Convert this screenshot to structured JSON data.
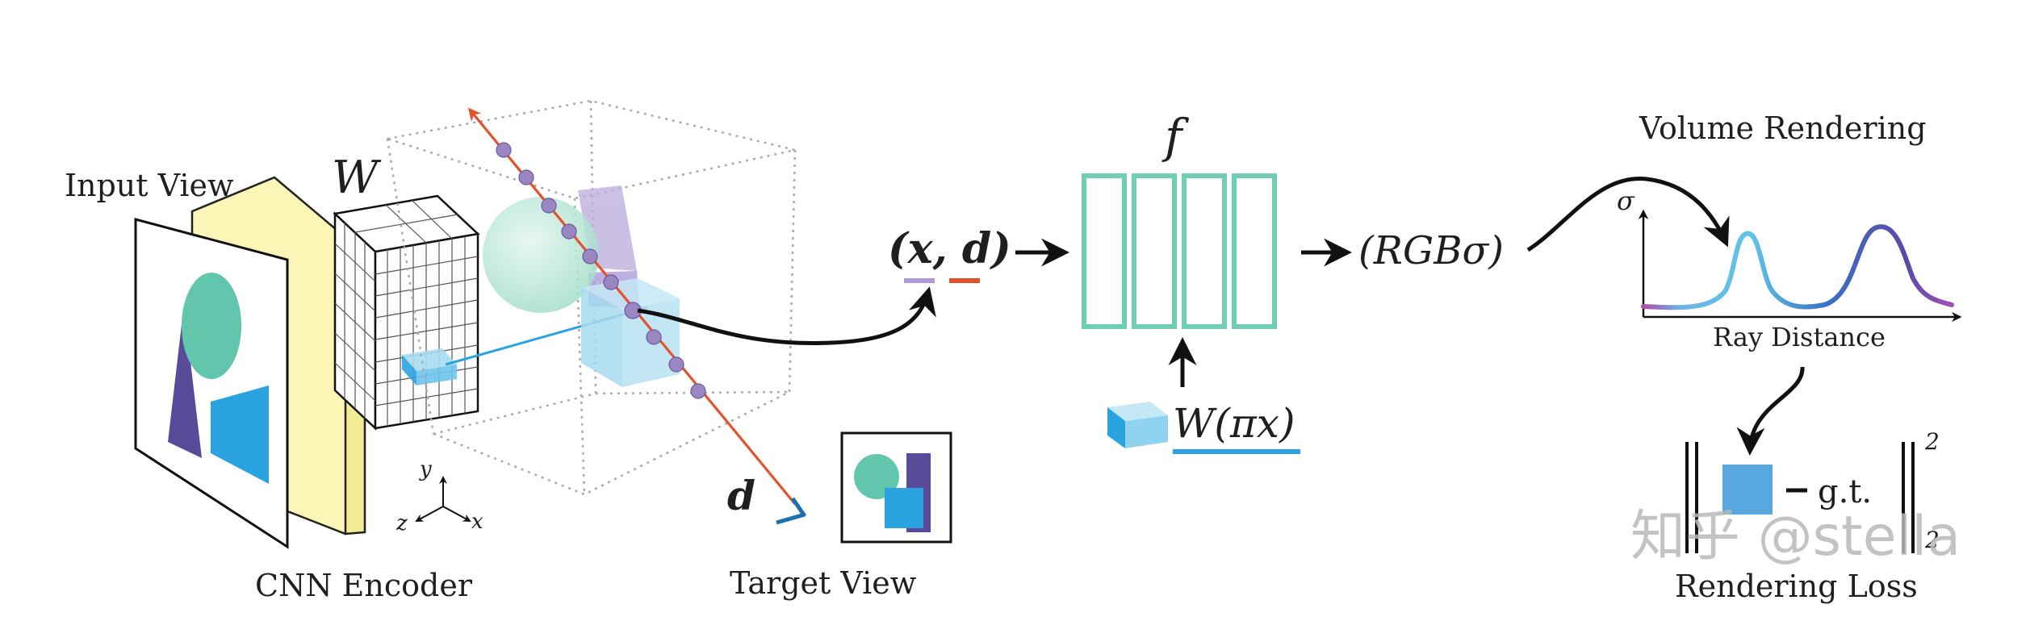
{
  "labels": {
    "input_view": "Input View",
    "cnn_encoder": "CNN Encoder",
    "target_view": "Target View",
    "volume_rendering": "Volume Rendering",
    "ray_distance": "Ray Distance",
    "rendering_loss": "Rendering Loss",
    "gt": "g.t."
  },
  "math": {
    "feature_grid": "W",
    "mlp": "f",
    "query": "(x, d)",
    "direction": "d",
    "output": "(RGBσ)",
    "feature": "W(πx)",
    "sigma": "σ",
    "axis_x": "x",
    "axis_y": "y",
    "axis_z": "z",
    "norm_exponent": "2",
    "norm_subscript": "2"
  },
  "watermark": "知乎 @stella",
  "colors": {
    "mlp_green": "#6fcfb3",
    "ray_orange": "#e2522c",
    "sample_purple": "#9b86c4",
    "blue": "#2ba3e0",
    "dark_purple": "#5a4a9a",
    "yellow": "#fbf6b5",
    "cyan_curve": "#5ec5e6"
  }
}
